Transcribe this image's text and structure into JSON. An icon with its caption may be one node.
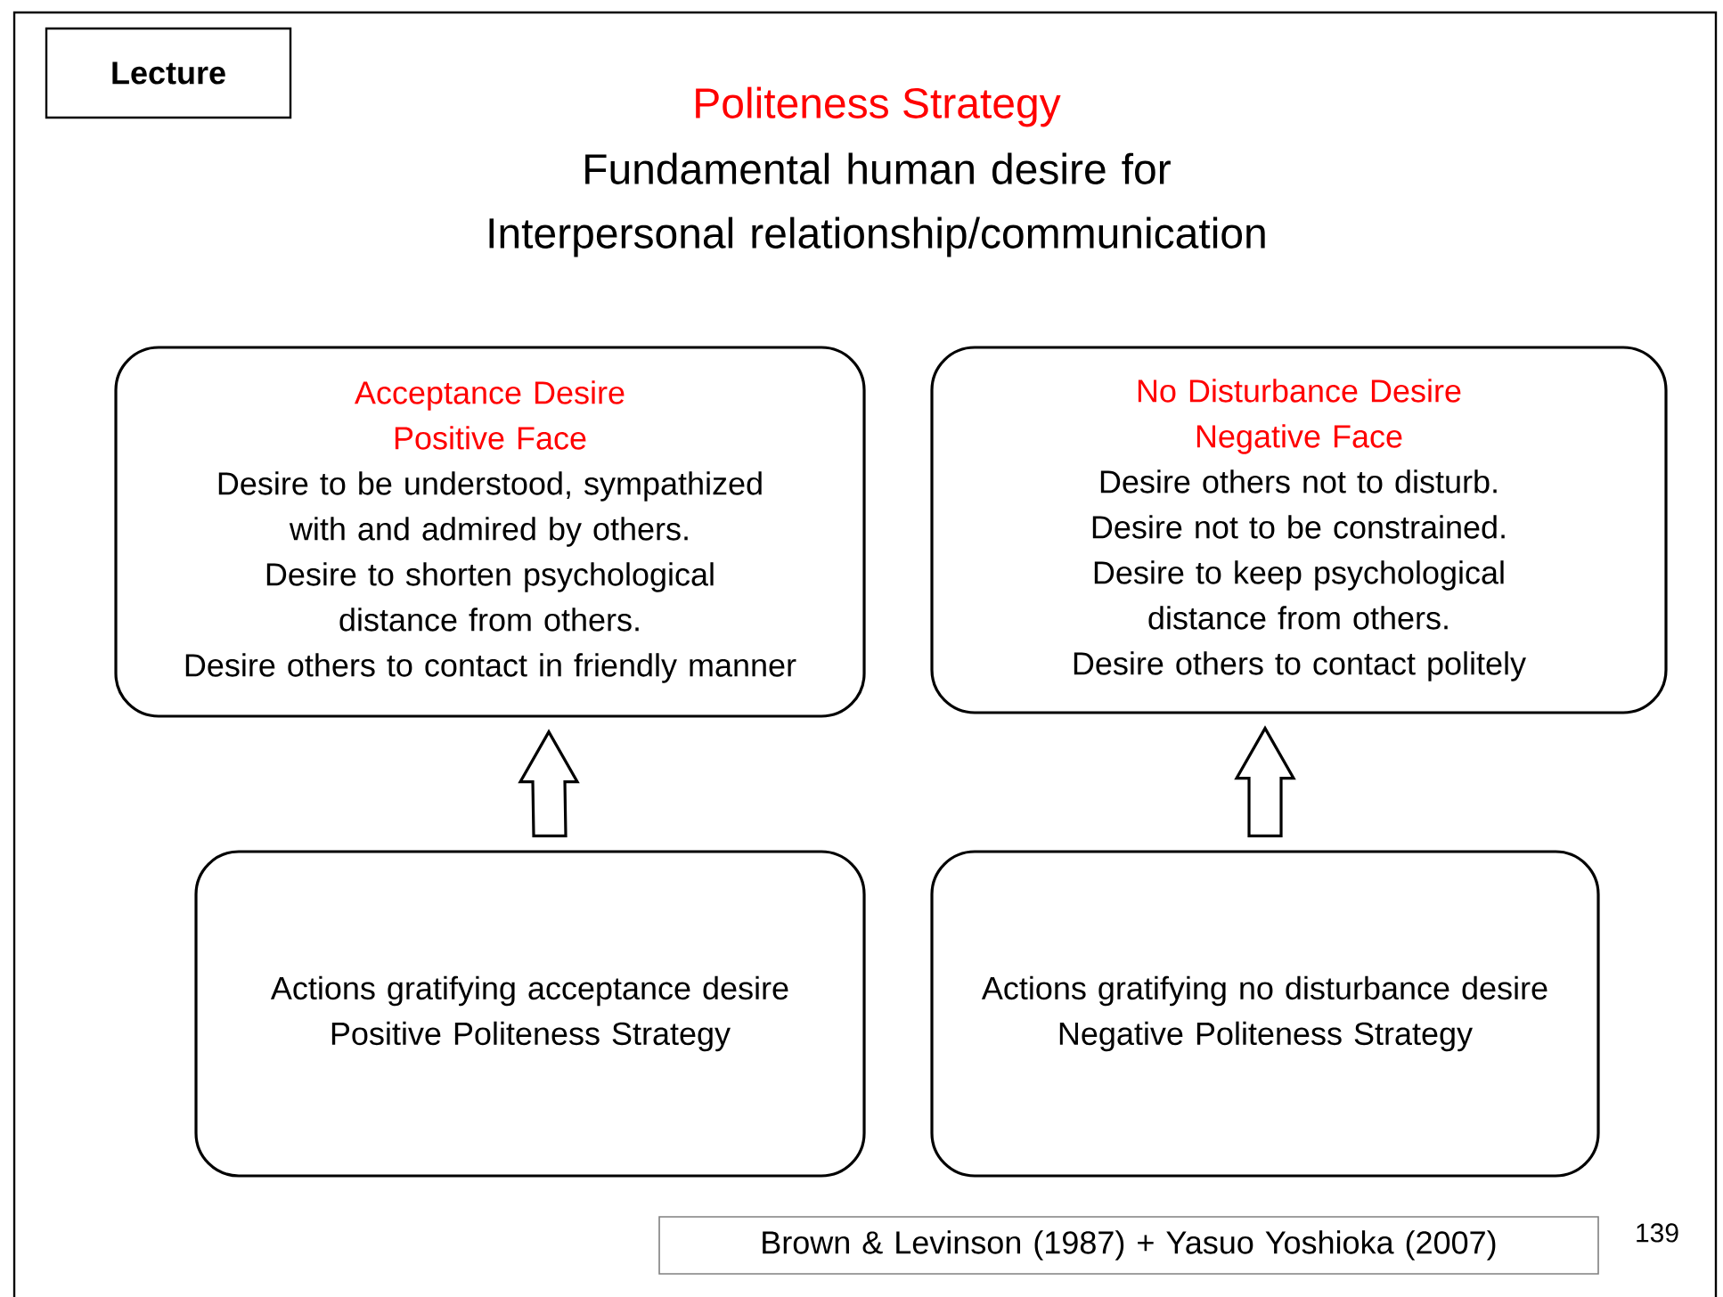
{
  "diagram": {
    "title": "Politeness Strategy",
    "nodes": [
      {
        "text": [
          "Lecture"
        ]
      },
      {
        "text": [
          "Acceptance Desire",
          "Positive Face",
          "Desire to be understood, sympathized with and admired by others.",
          "Desire to shorten psychological distance from others.",
          "Desire others to contact in friendly manner"
        ]
      },
      {
        "text": [
          "No Disturbance Desire",
          "Negative Face",
          "Desire others not to disturb.",
          "Desire not to be constrained.",
          "Desire to keep psychological distance from others.",
          "Desire others to contact politely"
        ]
      },
      {
        "text": [
          "Actions gratifying acceptance desire",
          "Positive Politeness Strategy"
        ]
      },
      {
        "text": [
          "Actions gratifying no disturbance desire",
          "Negative Politeness Strategy"
        ]
      },
      {
        "text": [
          "Brown & Levinson (1987) + Yasuo Yoshioka (2007)"
        ]
      }
    ],
    "edges": [
      {
        "from": 3,
        "to": 1,
        "arrow": "to"
      },
      {
        "from": 4,
        "to": 2,
        "arrow": "to"
      }
    ],
    "labels": [
      "Fundamental human desire for Interpersonal relationship/communication",
      "139"
    ]
  }
}
